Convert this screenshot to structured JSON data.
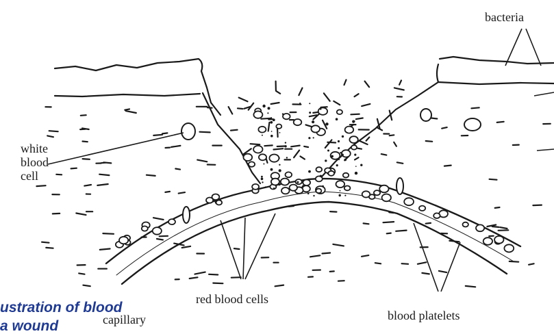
{
  "labels": {
    "bacteria": "bacteria",
    "white_blood_cell": [
      "white",
      "blood",
      "cell"
    ],
    "red_blood_cells": "red blood cells",
    "capillary": "capillary",
    "blood_platelets": "blood platelets"
  },
  "caption": {
    "line1": "ustration of blood",
    "line2": "a wound",
    "color": "#1f3a93"
  }
}
